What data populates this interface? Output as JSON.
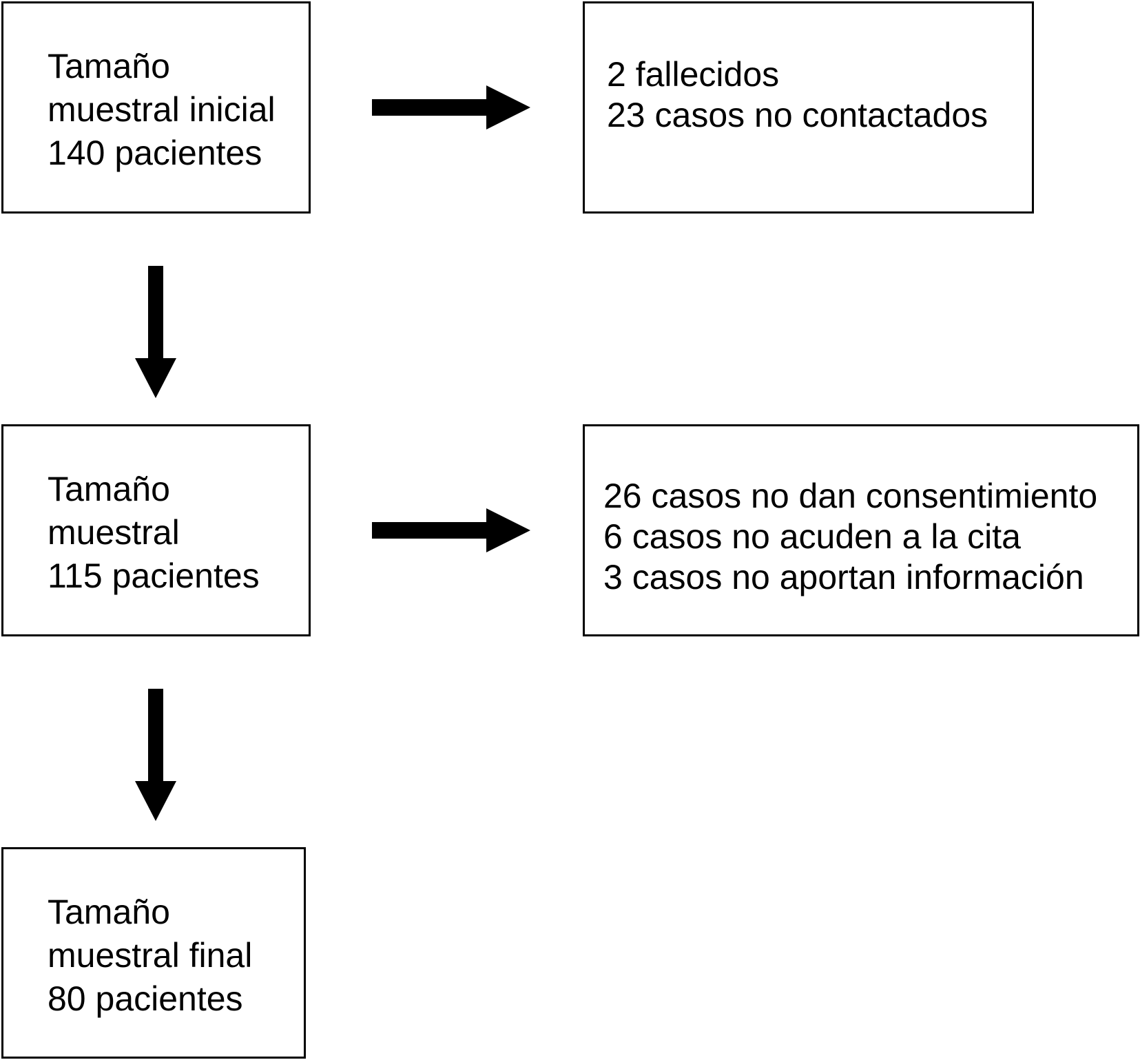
{
  "flow": {
    "initial": {
      "lines": [
        "Tamaño",
        "muestral inicial",
        "140 pacientes"
      ]
    },
    "exclusion_1": {
      "lines": [
        "2 fallecidos",
        "23 casos no contactados"
      ]
    },
    "middle": {
      "lines": [
        "Tamaño",
        "muestral",
        "115 pacientes"
      ]
    },
    "exclusion_2": {
      "lines": [
        "26 casos no dan consentimiento",
        "6 casos no acuden a la cita",
        "3 casos no aportan información"
      ]
    },
    "final": {
      "lines": [
        "Tamaño",
        "muestral final",
        "80 pacientes"
      ]
    }
  },
  "colors": {
    "stroke": "#000000",
    "background": "#ffffff"
  }
}
